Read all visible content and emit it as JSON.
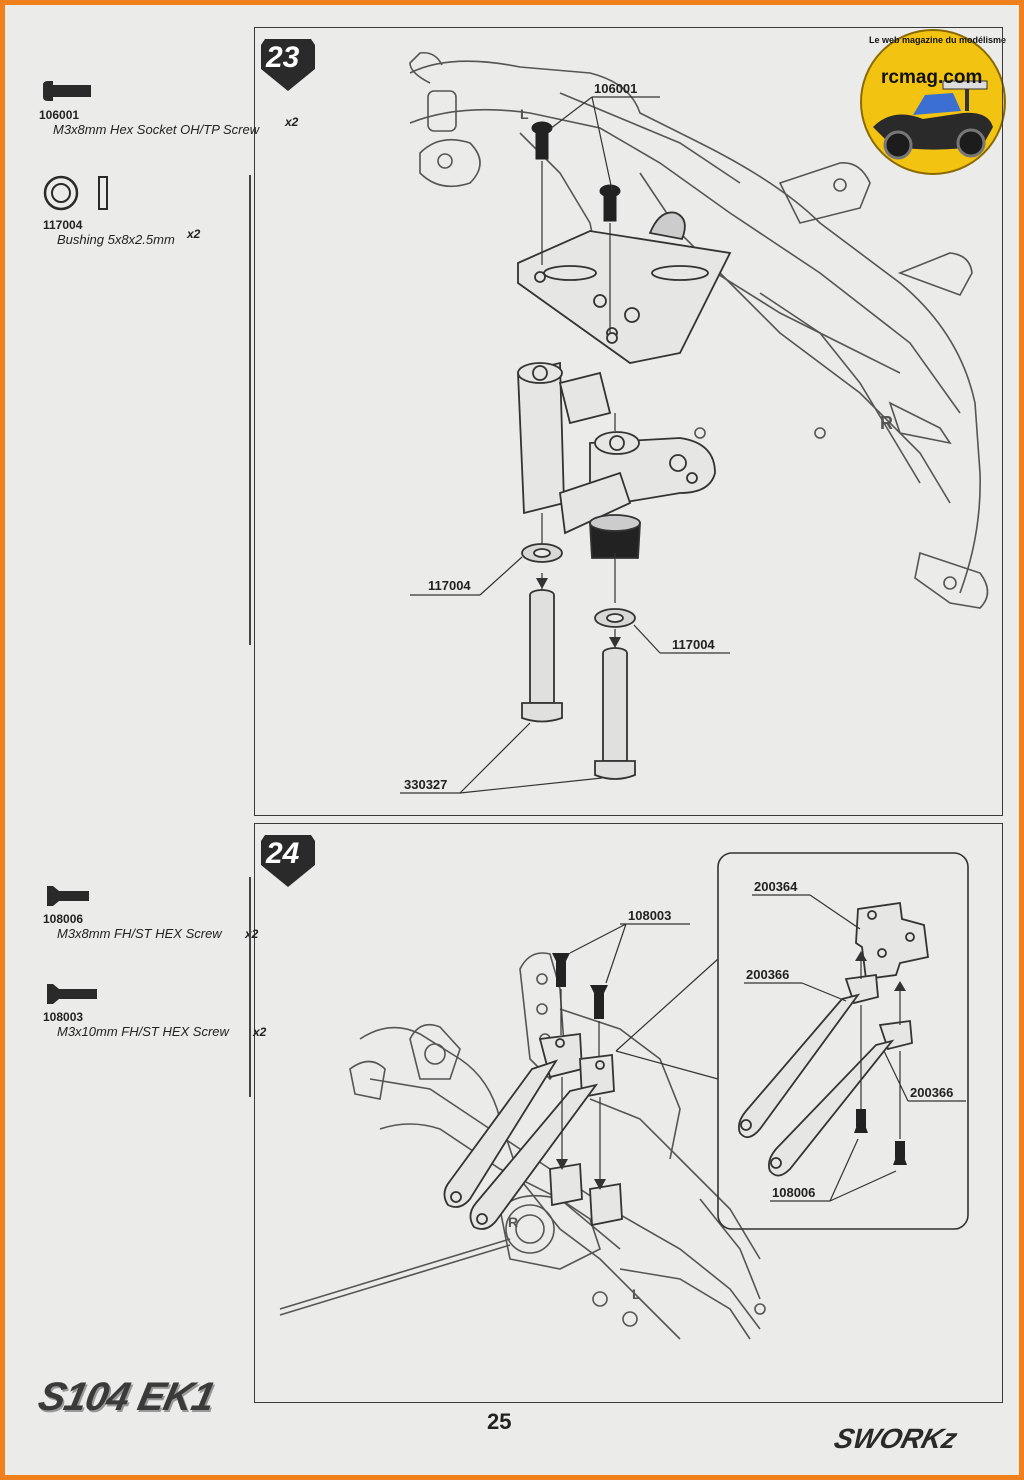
{
  "watermark": {
    "tagline": "Le web magazine du modélisme",
    "site": "rcmag.com"
  },
  "step23": {
    "number": "23",
    "parts": [
      {
        "code": "106001",
        "desc": "M3x8mm Hex Socket OH/TP Screw",
        "qty": "x2"
      },
      {
        "code": "117004",
        "desc": "Bushing 5x8x2.5mm",
        "qty": "x2"
      }
    ],
    "callouts": [
      "106001",
      "117004",
      "117004",
      "330327"
    ],
    "chassis_marks": [
      "L",
      "R"
    ]
  },
  "step24": {
    "number": "24",
    "parts": [
      {
        "code": "108006",
        "desc": "M3x8mm FH/ST HEX Screw",
        "qty": "x2"
      },
      {
        "code": "108003",
        "desc": "M3x10mm FH/ST HEX Screw",
        "qty": "x2"
      }
    ],
    "callouts": [
      "108003",
      "200364",
      "200366",
      "200366",
      "108006"
    ],
    "chassis_marks": [
      "R",
      "L"
    ]
  },
  "footer": {
    "model": "S104 EK1",
    "page_number": "25",
    "brand": "SWORKz"
  },
  "colors": {
    "frame": "#f0801c",
    "paper": "#ebebe9",
    "ink": "#2a2a2a"
  }
}
